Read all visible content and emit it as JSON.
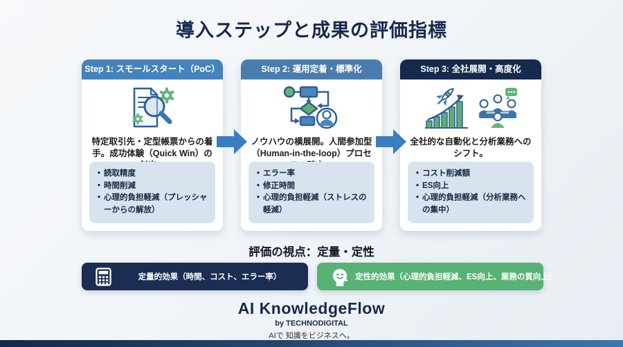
{
  "title": "導入ステップと成果の評価指標",
  "steps": [
    {
      "header": "Step 1: スモールスタート（PoC）",
      "icon": "document-search-gears-icon",
      "description": "特定取引先・定型帳票からの着手。成功体験（Quick Win）の創出。",
      "metrics": [
        "読取精度",
        "時間削減",
        "心理的負担軽減（プレッシャーからの解放）"
      ]
    },
    {
      "header": "Step 2: 運用定着・標準化",
      "icon": "workflow-human-in-the-loop-icon",
      "description": "ノウハウの横展開。人間参加型（Human-in-the-loop）プロセスの確立。",
      "metrics": [
        "エラー率",
        "修正時間",
        "心理的負担軽減（ストレスの軽減）"
      ]
    },
    {
      "header": "Step 3: 全社展開・高度化",
      "icon": "rocket-growth-and-team-icon",
      "description": "全社的な自動化と分析業務へのシフト。",
      "metrics": [
        "コスト削減額",
        "ES向上",
        "心理的負担軽減（分析業務への集中）"
      ]
    }
  ],
  "evaluation": {
    "heading": "評価の視点：定量・定性",
    "quantitative": {
      "label": "定量的効果（時間、コスト、エラー率）",
      "icon": "calculator-icon"
    },
    "qualitative": {
      "label": "定性的効果（心理的負担軽減、ES向上、業務の質向上）",
      "icon": "head-smile-icon"
    }
  },
  "footer": {
    "brand": "AI KnowledgeFlow",
    "byline": "by TECHNODIGITAL",
    "tagline": "AIで 知識をビジネスへ。"
  },
  "colors": {
    "title_text": "#16294e",
    "step1_header": "#4583bb",
    "step2_header": "#4a7dad",
    "step3_header": "#16294e",
    "arrow": "#3b7ec0",
    "metrics_box": "#d7e4f0",
    "quantitative_badge": "#1b2d52",
    "qualitative_badge": "#58b274",
    "icon_green": "#67b47b",
    "icon_blue": "#4a86bd",
    "icon_outline": "#2f5f96"
  }
}
